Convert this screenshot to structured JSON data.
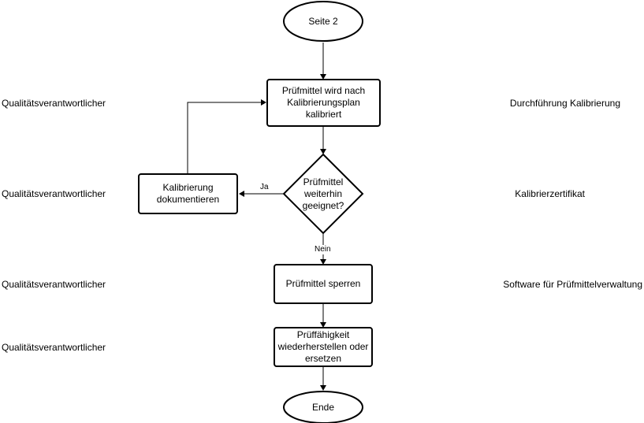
{
  "nodes": {
    "start": "Seite 2",
    "calibrate": "Prüfmittel wird nach Kalibrierungsplan kalibriert",
    "decision": "Prüfmittel weiterhin geeignet?",
    "document": "Kalibrierung dokumentieren",
    "lock": "Prüfmittel sperren",
    "restore": "Prüffähigkeit wiederherstellen oder ersetzen",
    "end": "Ende"
  },
  "edge_labels": {
    "yes": "Ja",
    "no": "Nein"
  },
  "roles": {
    "calibrate": "Qualitätsverantwortlicher",
    "decision": "Qualitätsverantwortlicher",
    "lock": "Qualitätsverantwortlicher",
    "restore": "Qualitätsverantwortlicher"
  },
  "resources": {
    "calibrate": "Durchführung Kalibrierung",
    "decision": "Kalibrierzertifikat",
    "lock": "Software für Prüfmittelverwaltung"
  }
}
